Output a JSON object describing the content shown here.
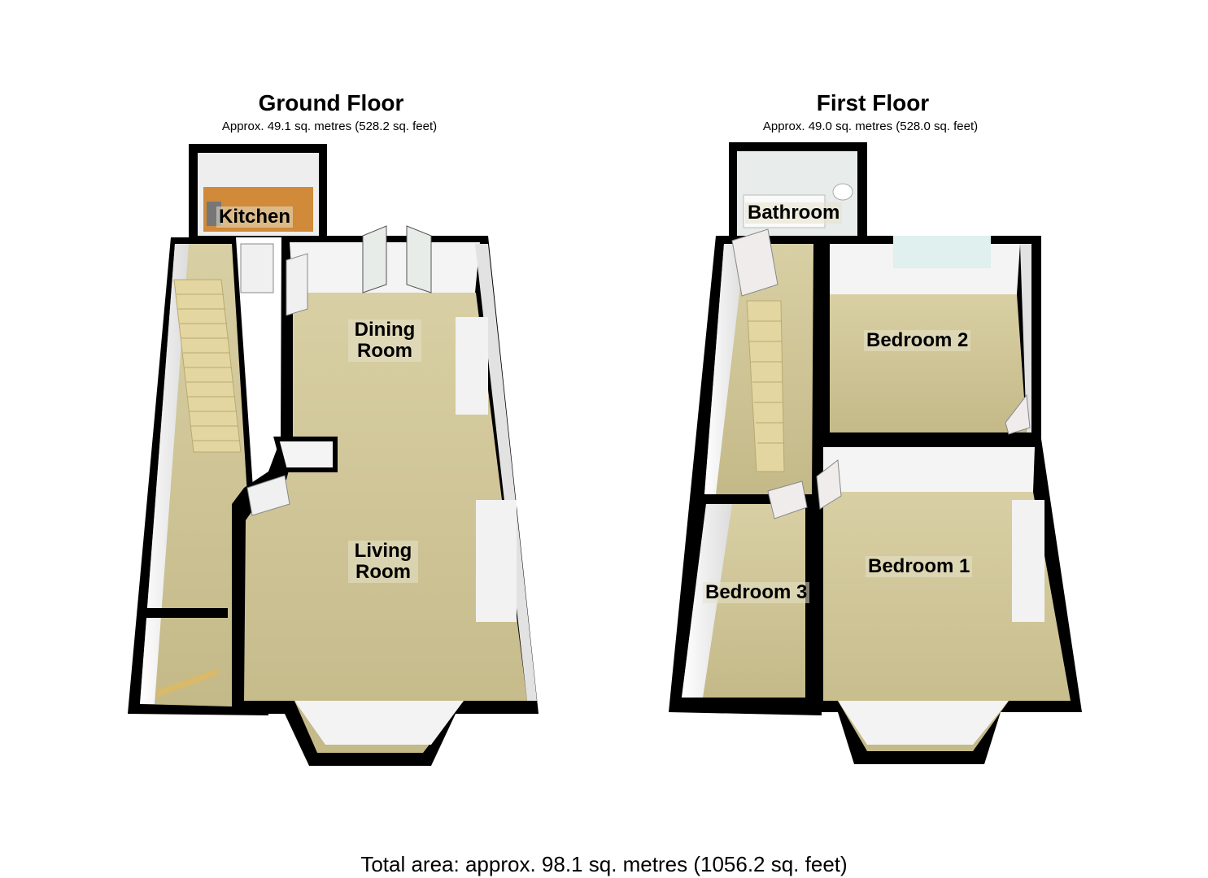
{
  "ground_floor": {
    "title": "Ground Floor",
    "area": "Approx. 49.1 sq. metres (528.2 sq. feet)",
    "rooms": {
      "kitchen": "Kitchen",
      "dining_room": "Dining\nRoom",
      "living_room": "Living\nRoom"
    }
  },
  "first_floor": {
    "title": "First Floor",
    "area": "Approx. 49.0 sq. metres (528.0 sq. feet)",
    "rooms": {
      "bathroom": "Bathroom",
      "bedroom_2": "Bedroom 2",
      "bedroom_1": "Bedroom 1",
      "bedroom_3": "Bedroom 3"
    }
  },
  "total_area": "Total area: approx. 98.1 sq. metres (1056.2 sq. feet)",
  "colors": {
    "wall": "#000000",
    "floor_carpet": "#cfc69a",
    "wall_face": "#f2f2f2",
    "kitchen_counter": "#d08a3a",
    "stairs": "#e3d6a0",
    "bathroom_tile": "#e8ecea"
  }
}
